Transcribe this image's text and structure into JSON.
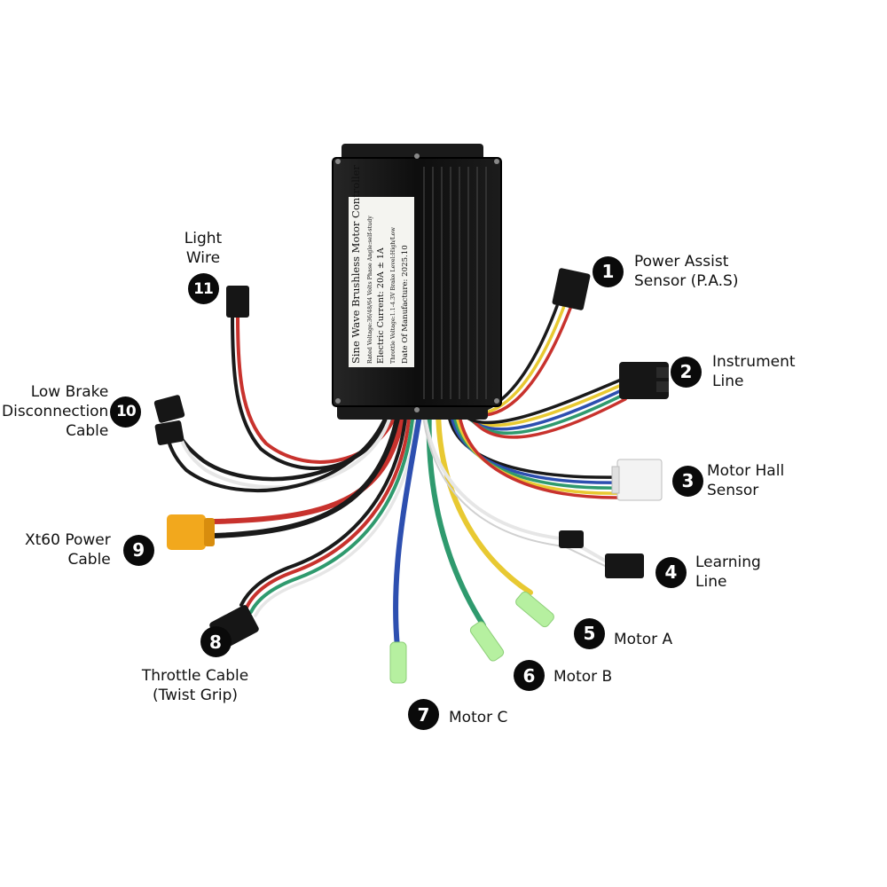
{
  "controller_label": {
    "lines": [
      "Sine Wave Brushless Motor Controller",
      "Rated Voltage:36/48/64 Volts   Phase Angle:self-study",
      "Electric Current: 20A ± 1A",
      "Throttle Voltage:1.1-4.3V   Brake Level:High/Low",
      "Date Of Manufacture:  2025.10"
    ]
  },
  "callouts": [
    {
      "number": "1",
      "lines": [
        "Power Assist",
        "Sensor (P.A.S)"
      ]
    },
    {
      "number": "2",
      "lines": [
        "Instrument",
        "Line"
      ]
    },
    {
      "number": "3",
      "lines": [
        "Motor Hall",
        "Sensor"
      ]
    },
    {
      "number": "4",
      "lines": [
        "Learning",
        "Line"
      ]
    },
    {
      "number": "5",
      "lines": [
        "Motor A"
      ]
    },
    {
      "number": "6",
      "lines": [
        "Motor B"
      ]
    },
    {
      "number": "7",
      "lines": [
        "Motor C"
      ]
    },
    {
      "number": "8",
      "lines": [
        "Throttle Cable",
        "(Twist Grip)"
      ]
    },
    {
      "number": "9",
      "lines": [
        "Xt60 Power",
        "Cable"
      ]
    },
    {
      "number": "10",
      "lines": [
        "Low Brake",
        "Disconnection",
        "Cable"
      ]
    },
    {
      "number": "11",
      "lines": [
        "Light",
        "Wire"
      ]
    }
  ],
  "colors": {
    "housing": "#141414",
    "label_bg": "#f4f4f0",
    "red_wire": "#c8322d",
    "black_wire": "#1a1a1a",
    "blue_wire": "#2d4fb0",
    "green_wire": "#2f9a6e",
    "yellow_wire": "#e8c932",
    "white_wire": "#e6e6e6",
    "xt60_yellow": "#f2a81d",
    "phase_terminal": "#b6f0a0"
  }
}
